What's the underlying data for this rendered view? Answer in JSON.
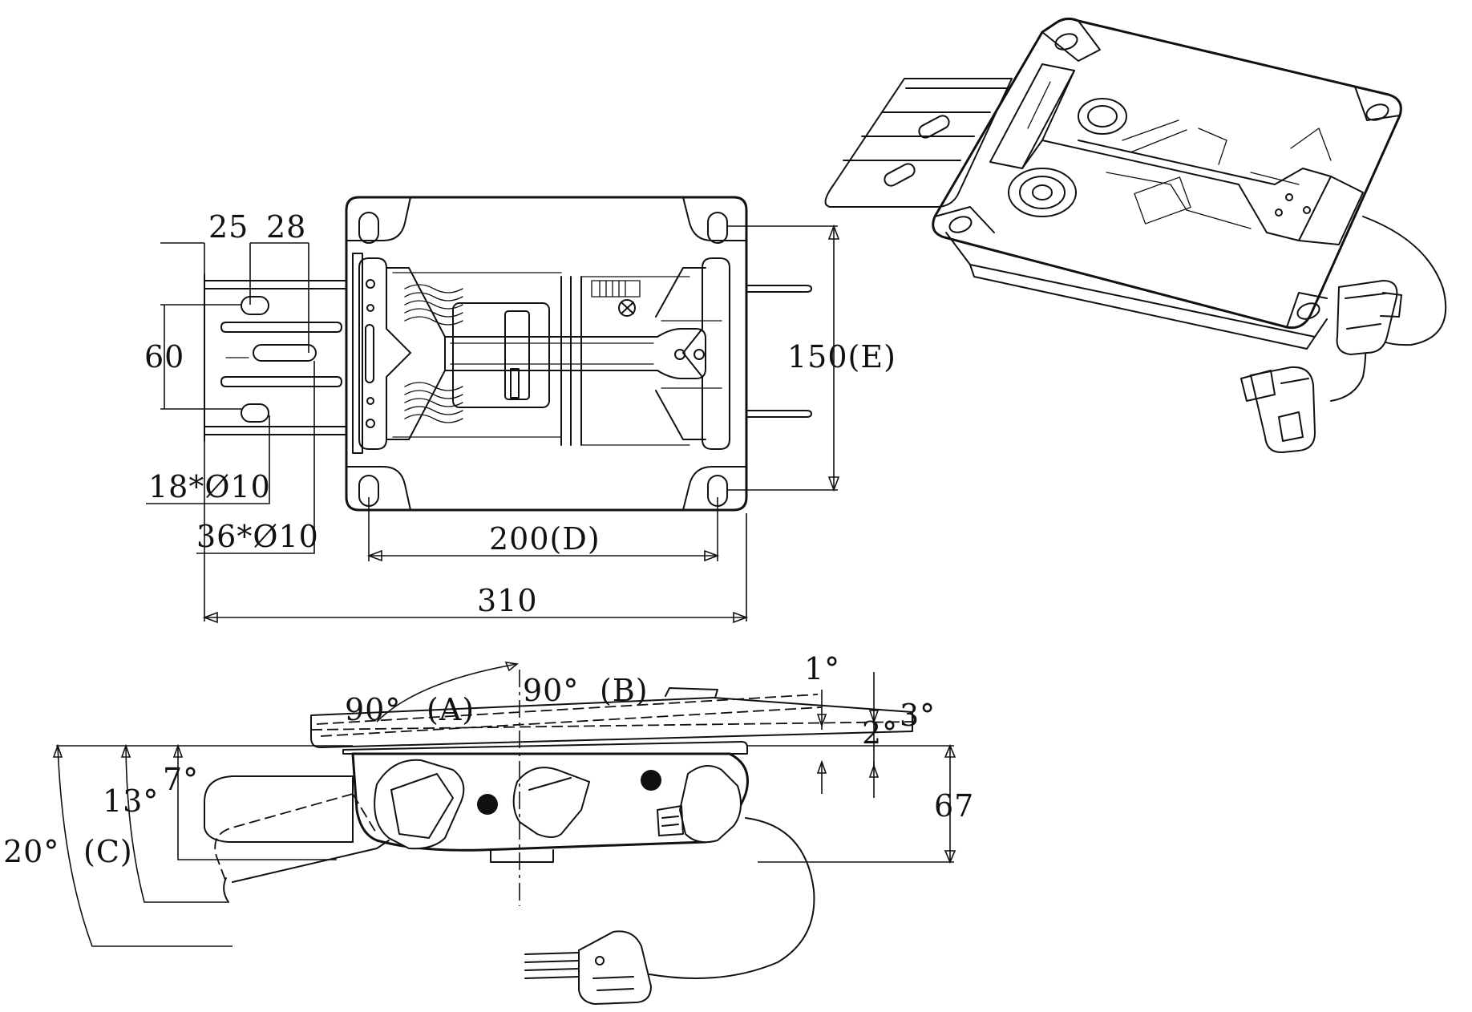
{
  "top_view_dimensions": {
    "slot_pitch_a": "25",
    "slot_pitch_b": "28",
    "slot_spacing": "60",
    "mount_width": "150(E)",
    "short_slots": "18*Ø10",
    "long_slots": "36*Ø10",
    "mount_length": "200(D)",
    "overall_length": "310"
  },
  "side_view_dimensions": {
    "swivel_a": "90°",
    "label_a": "(A)",
    "swivel_b": "90°",
    "label_b": "(B)",
    "tilt_1": "1°",
    "tilt_2": "2°",
    "tilt_3": "3°",
    "height": "67",
    "recline_7": "7°",
    "recline_13": "13°",
    "recline_20": "20°",
    "label_c": "(C)"
  }
}
